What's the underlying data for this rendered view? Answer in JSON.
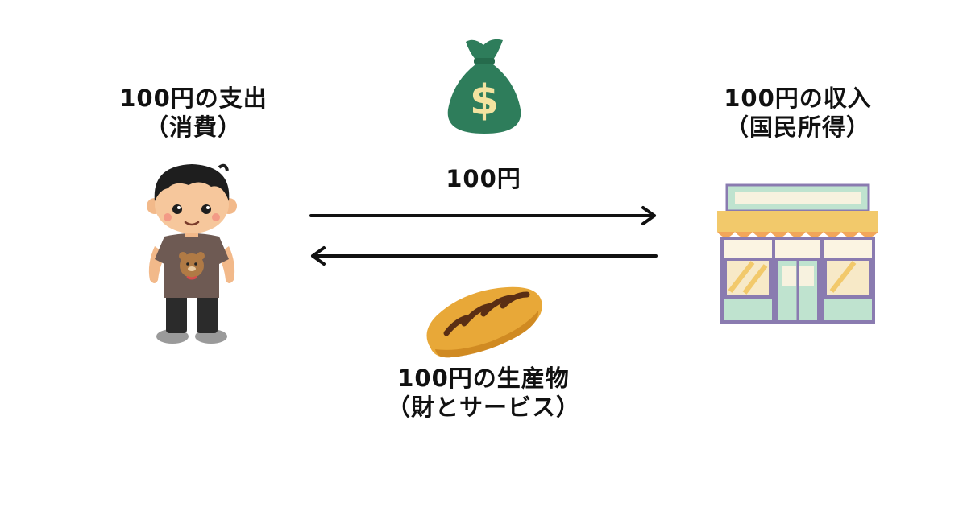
{
  "consumer": {
    "title": "100円の支出",
    "subtitle": "（消費）"
  },
  "shop": {
    "title": "100円の収入",
    "subtitle": "（国民所得）"
  },
  "money_flow": {
    "amount": "100円",
    "direction": "consumer-to-shop"
  },
  "product_flow": {
    "title": "100円の生産物",
    "subtitle": "（財とサービス）",
    "direction": "shop-to-consumer"
  },
  "icons": {
    "money": "money-bag-icon",
    "consumer": "boy-icon",
    "shop": "shop-icon",
    "product": "bread-icon"
  },
  "colors": {
    "bag_green": "#2e7d5b",
    "dollar_yellow": "#f3e3a0",
    "shirt_brown": "#6e5a53",
    "awning_orange": "#f2a65a",
    "shop_mint": "#bfe3cf",
    "shop_frame": "#8a7bb0",
    "bread_gold": "#e8a838",
    "arrow": "#111111"
  }
}
